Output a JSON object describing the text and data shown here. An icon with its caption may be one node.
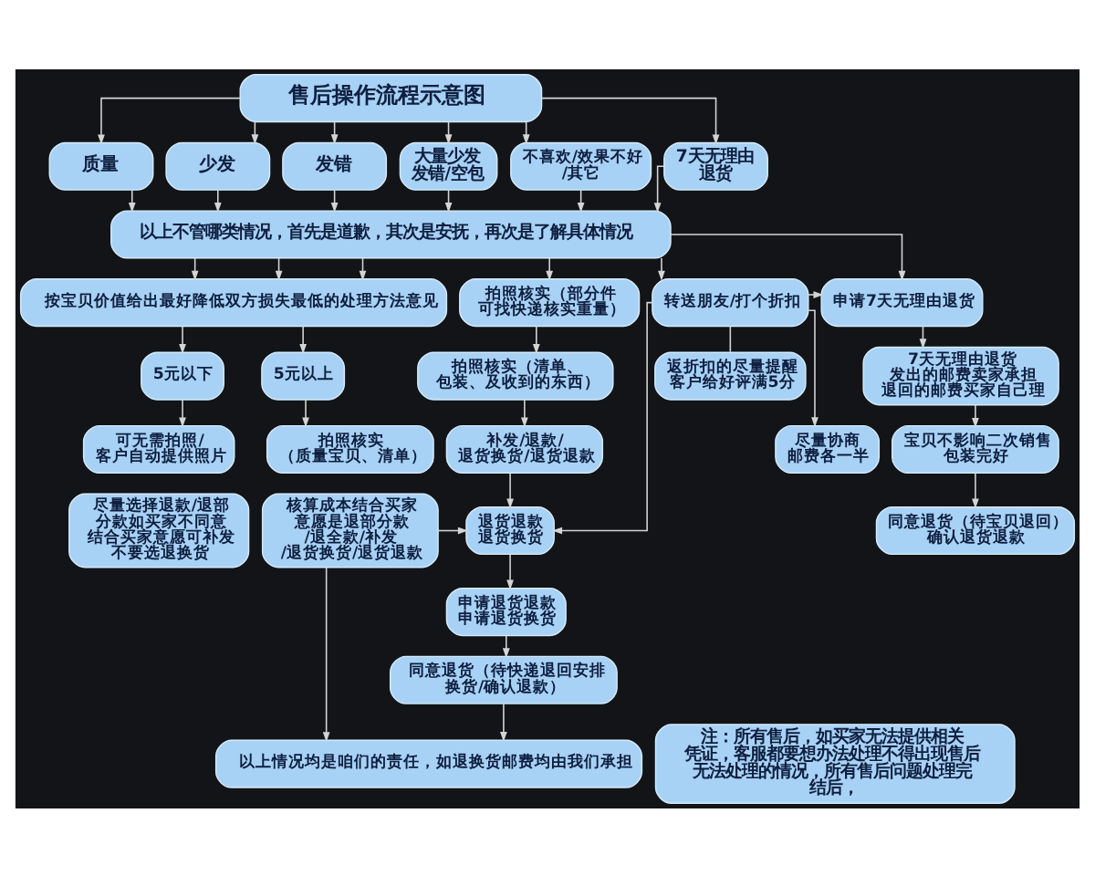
{
  "diagram": {
    "nodes": [
      {
        "text": [
          "售后操作流程示意图"
        ]
      },
      {
        "text": [
          "质量"
        ]
      },
      {
        "text": [
          "少发"
        ]
      },
      {
        "text": [
          "发错"
        ]
      },
      {
        "text": [
          "大量少发发错/空包"
        ]
      },
      {
        "text": [
          "不喜欢/效果不好/其它"
        ]
      },
      {
        "text": [
          "7天无理由退货"
        ]
      },
      {
        "text": [
          "以上不管哪类情况，首先是道歉，其次是安抚，再次是了解具体情况"
        ]
      },
      {
        "text": [
          "按宝贝价值给出最好降低双方损失最低的处理方法意见"
        ]
      },
      {
        "text": [
          "5元以下"
        ]
      },
      {
        "text": [
          "5元以上"
        ]
      },
      {
        "text": [
          "可无需拍照/客户自动提供照片"
        ]
      },
      {
        "text": [
          "拍照核实（质量宝贝、清单）"
        ]
      },
      {
        "text": [
          "尽量选择退款/退部分款如买家不同意结合买家意愿可补发不要选退换货"
        ]
      },
      {
        "text": [
          "核算成本结合买家意愿是退部分款/退全款/补发/退货换货/退货退款"
        ]
      },
      {
        "text": [
          "拍照核实（部分件可找快递核实重量）"
        ]
      },
      {
        "text": [
          "拍照核实（清单、包装、及收到的东西）"
        ]
      },
      {
        "text": [
          "补发/退款/退货换货/退货退款"
        ]
      },
      {
        "text": [
          "退货退款退货换货"
        ]
      },
      {
        "text": [
          "申请退货退款申请退货换货"
        ]
      },
      {
        "text": [
          "同意退货（待快递退回安排换货/确认退款）"
        ]
      },
      {
        "text": [
          "以上情况均是咱们的责任，如退换货邮费均由我们承担"
        ]
      },
      {
        "text": [
          "转送朋友/打个折扣"
        ]
      },
      {
        "text": [
          "返折扣的尽量提醒客户给好评满5分"
        ]
      },
      {
        "text": [
          "尽量协商邮费各一半"
        ]
      },
      {
        "text": [
          "申请7天无理由退货"
        ]
      },
      {
        "text": [
          "7天无理由退货发出的邮费卖家承担退回的邮费买家自己理"
        ]
      },
      {
        "text": [
          "宝贝不影响二次销售包装完好"
        ]
      },
      {
        "text": [
          "同意退货（待宝贝退回）确认退货退款"
        ]
      },
      {
        "text": [
          "注：所有售后，如买家无法提供相关凭证，客服都要想办法处理不得出现售后无法处理的情况，所有售后问题处理完结后，"
        ]
      }
    ],
    "edges": [
      {
        "from": 0,
        "to": 1,
        "arrow": "to"
      },
      {
        "from": 0,
        "to": 2,
        "arrow": "to"
      },
      {
        "from": 0,
        "to": 3,
        "arrow": "to"
      },
      {
        "from": 0,
        "to": 4,
        "arrow": "to"
      },
      {
        "from": 0,
        "to": 5,
        "arrow": "to"
      },
      {
        "from": 0,
        "to": 6,
        "arrow": "to"
      },
      {
        "from": 1,
        "to": 7,
        "arrow": "to"
      },
      {
        "from": 2,
        "to": 7,
        "arrow": "to"
      },
      {
        "from": 3,
        "to": 7,
        "arrow": "to"
      },
      {
        "from": 4,
        "to": 7,
        "arrow": "to"
      },
      {
        "from": 5,
        "to": 7,
        "arrow": "to"
      },
      {
        "from": 6,
        "to": 7,
        "arrow": "to"
      },
      {
        "from": 7,
        "to": 8,
        "arrow": "to"
      },
      {
        "from": 7,
        "to": 8,
        "arrow": "to"
      },
      {
        "from": 7,
        "to": 8,
        "arrow": "to"
      },
      {
        "from": 7,
        "to": 15,
        "arrow": "to"
      },
      {
        "from": 7,
        "to": 22,
        "arrow": "to"
      },
      {
        "from": 7,
        "to": 25,
        "arrow": "to"
      },
      {
        "from": 8,
        "to": 9,
        "arrow": "to"
      },
      {
        "from": 8,
        "to": 10,
        "arrow": "to"
      },
      {
        "from": 9,
        "to": 11,
        "arrow": "to"
      },
      {
        "from": 10,
        "to": 12,
        "arrow": "to"
      },
      {
        "from": 14,
        "to": 18,
        "arrow": "to"
      },
      {
        "from": 14,
        "to": 21,
        "arrow": "to"
      },
      {
        "from": 15,
        "to": 16,
        "arrow": "to"
      },
      {
        "from": 16,
        "to": 17,
        "arrow": "to"
      },
      {
        "from": 17,
        "to": 18,
        "arrow": "to"
      },
      {
        "from": 18,
        "to": 19,
        "arrow": "to"
      },
      {
        "from": 19,
        "to": 20,
        "arrow": "to"
      },
      {
        "from": 20,
        "to": 21,
        "arrow": "to"
      },
      {
        "from": 22,
        "to": 23,
        "arrow": "none"
      },
      {
        "from": 22,
        "to": 24,
        "arrow": "to"
      },
      {
        "from": 22,
        "to": 18,
        "arrow": "to"
      },
      {
        "from": 22,
        "to": 25,
        "arrow": "to"
      },
      {
        "from": 25,
        "to": 26,
        "arrow": "to"
      },
      {
        "from": 26,
        "to": 27,
        "arrow": "to"
      },
      {
        "from": 27,
        "to": 28,
        "arrow": "to"
      }
    ]
  }
}
